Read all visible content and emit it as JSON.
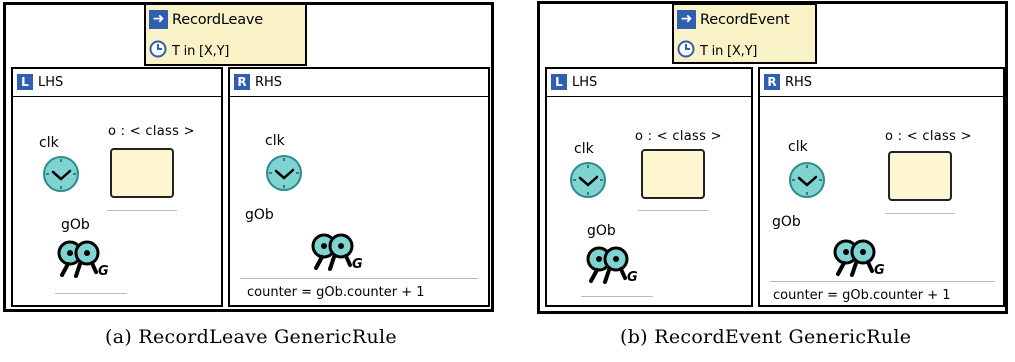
{
  "rules": {
    "a": {
      "header_title": "RecordLeave",
      "header_condition": "T in [X,Y]",
      "lhs": {
        "letter": "L",
        "title": "LHS",
        "clock_label": "clk",
        "object_label": "o : < class >",
        "gen_label": "gOb"
      },
      "rhs": {
        "letter": "R",
        "title": "RHS",
        "clock_label": "clk",
        "gen_label": "gOb",
        "equation": "counter = gOb.counter + 1"
      },
      "caption": "(a) RecordLeave GenericRule"
    },
    "b": {
      "header_title": "RecordEvent",
      "header_condition": "T in [X,Y]",
      "lhs": {
        "letter": "L",
        "title": "LHS",
        "clock_label": "clk",
        "object_label": "o : < class >",
        "gen_label": "gOb"
      },
      "rhs": {
        "letter": "R",
        "title": "RHS",
        "clock_label": "clk",
        "object_label": "o : < class >",
        "gen_label": "gOb",
        "equation": "counter = gOb.counter + 1"
      },
      "caption": "(b) RecordEvent GenericRule"
    }
  },
  "icons": {
    "header_arrow": "arrow-right-icon",
    "header_clock": "clock-icon",
    "clock": "clock-icon",
    "generic_object": "generic-object-icon"
  },
  "colors": {
    "header_bg": "#f9f2c6",
    "object_bg": "#fdf6d0",
    "clock_face": "#7fd3d0",
    "accent_blue": "#2f5fb0"
  }
}
